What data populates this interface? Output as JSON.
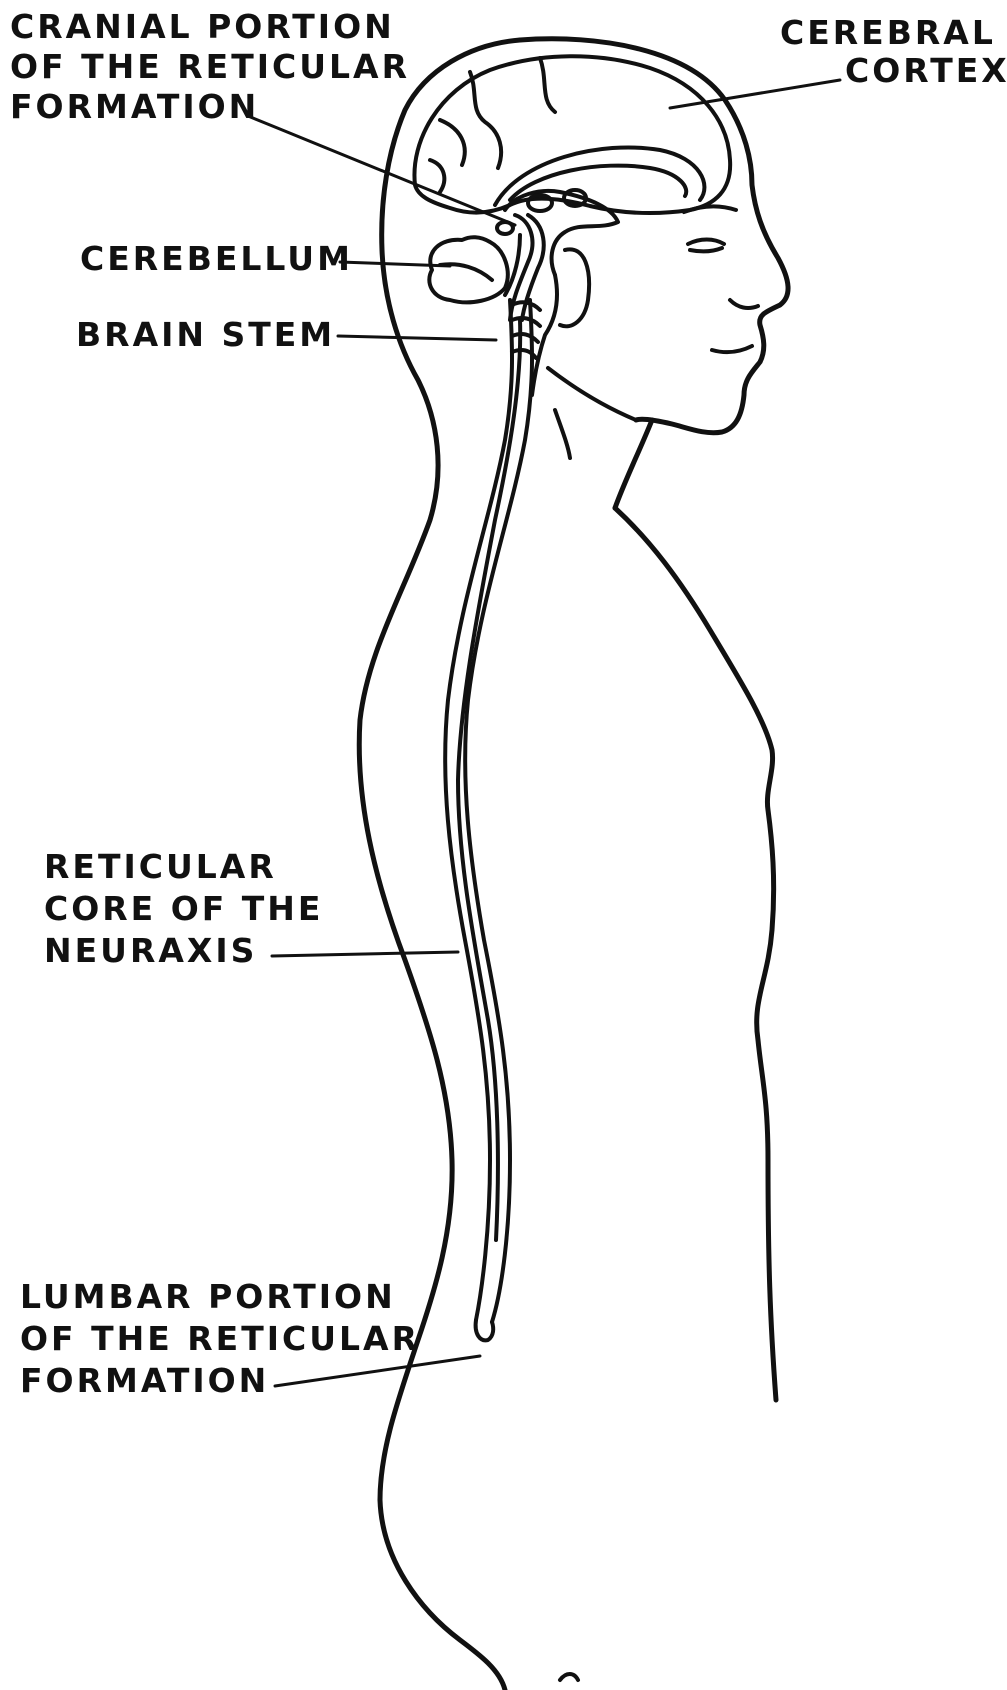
{
  "labels": {
    "cranial": [
      "CRANIAL PORTION",
      "OF THE RETICULAR",
      "FORMATION"
    ],
    "cerebral": [
      "CEREBRAL",
      "CORTEX"
    ],
    "cerebellum": [
      "CEREBELLUM"
    ],
    "brainstem": [
      "BRAIN STEM"
    ],
    "reticular_core": [
      "RETICULAR",
      "CORE OF THE",
      "NEURAXIS"
    ],
    "lumbar": [
      "LUMBAR PORTION",
      "OF THE RETICULAR",
      "FORMATION"
    ]
  }
}
